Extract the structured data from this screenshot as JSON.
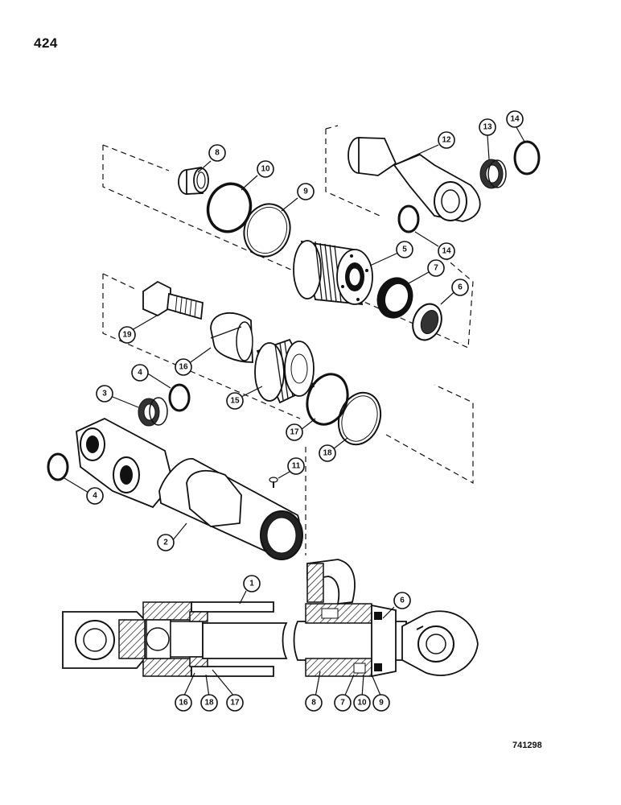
{
  "page_number": "424",
  "drawing_number": "741298",
  "callouts": [
    {
      "id": "c8a",
      "label": "8"
    },
    {
      "id": "c10a",
      "label": "10"
    },
    {
      "id": "c9a",
      "label": "9"
    },
    {
      "id": "c12",
      "label": "12"
    },
    {
      "id": "c13",
      "label": "13"
    },
    {
      "id": "c14a",
      "label": "14"
    },
    {
      "id": "c14b",
      "label": "14"
    },
    {
      "id": "c5",
      "label": "5"
    },
    {
      "id": "c7a",
      "label": "7"
    },
    {
      "id": "c6a",
      "label": "6"
    },
    {
      "id": "c19",
      "label": "19"
    },
    {
      "id": "c16a",
      "label": "16"
    },
    {
      "id": "c15",
      "label": "15"
    },
    {
      "id": "c17a",
      "label": "17"
    },
    {
      "id": "c18a",
      "label": "18"
    },
    {
      "id": "c3",
      "label": "3"
    },
    {
      "id": "c4a",
      "label": "4"
    },
    {
      "id": "c4b",
      "label": "4"
    },
    {
      "id": "c11",
      "label": "11"
    },
    {
      "id": "c2",
      "label": "2"
    },
    {
      "id": "c1",
      "label": "1"
    },
    {
      "id": "c6b",
      "label": "6"
    },
    {
      "id": "c16b",
      "label": "16"
    },
    {
      "id": "c18b",
      "label": "18"
    },
    {
      "id": "c17b",
      "label": "17"
    },
    {
      "id": "c8b",
      "label": "8"
    },
    {
      "id": "c7b",
      "label": "7"
    },
    {
      "id": "c10b",
      "label": "10"
    },
    {
      "id": "c9b",
      "label": "9"
    }
  ]
}
